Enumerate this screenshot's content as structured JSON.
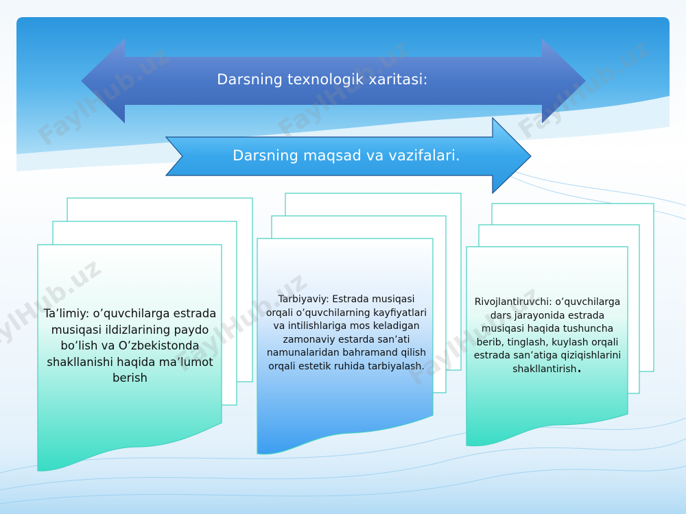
{
  "title_main": "Darsning texnologik xaritasi:",
  "title_sub": "Darsning maqsad va vazifalari.",
  "cards": [
    {
      "text": "Ta’limiy: o’quvchilarga estrada musiqasi ildizlarining paydo bo’lish va O’zbekistonda shakllanishi haqida ma’lumot berish"
    },
    {
      "text": "Tarbiyaviy: Estrada musiqasi orqali o’quvchilarning kayfiyatlari va intilishlariga mos keladigan zamonaviy estarda san’ati namunalaridan bahramand qilish orqali estetik ruhida tarbiyalash."
    },
    {
      "text": "Rivojlantiruvchi: o’quvchilarga dars jarayonida estrada musiqasi haqida tushuncha berib, tinglash, kuylash orqali estrada san’atiga qiziqishlarini shakllantirish",
      "ending": "."
    }
  ],
  "watermark": "FaylHub.uz",
  "colors": {
    "banner": "#3ea6e6",
    "arrow_main": "#4a78c8",
    "card_green": "#40dcc6",
    "card_blue": "#3d9ff0"
  }
}
